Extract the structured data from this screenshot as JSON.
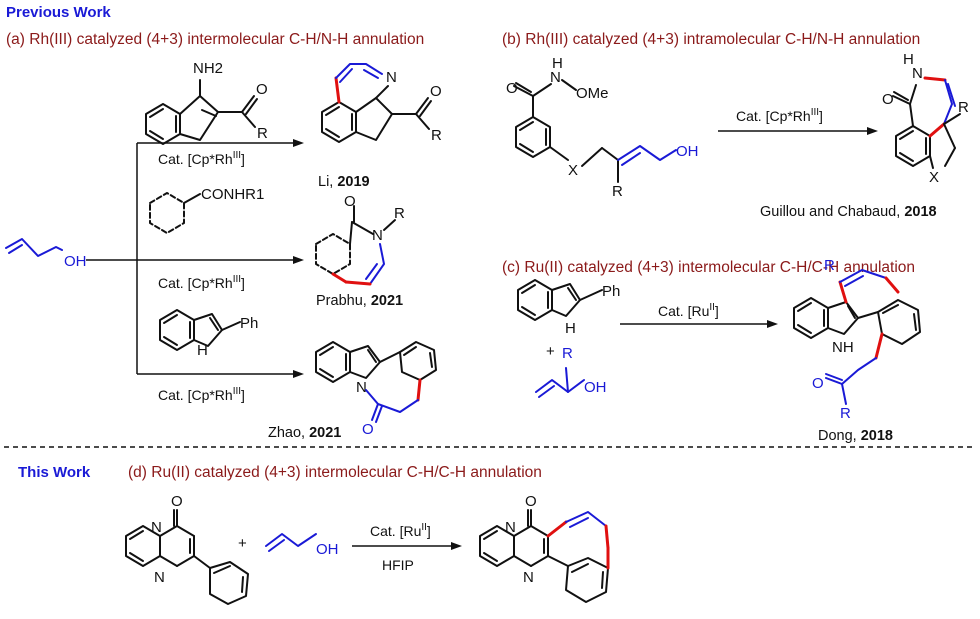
{
  "headings": {
    "previous": "Previous Work",
    "this_work": "This Work"
  },
  "sections": {
    "a": "(a) Rh(III) catalyzed (4+3) intermolecular C-H/N-H annulation",
    "b": "(b) Rh(III) catalyzed (4+3) intramolecular C-H/N-H annulation",
    "c": "(c) Ru(II) catalyzed (4+3) intermolecular C-H/C-H annulation",
    "d": "(d) Ru(II) catalyzed (4+3) intermolecular C-H/C-H annulation"
  },
  "catalyst": {
    "rh_pre": "Cat. [Cp*Rh",
    "rh_sup": "III",
    "rh_post": "]",
    "ru_pre": "Cat. [Ru",
    "ru_sup": "II",
    "ru_post": "]",
    "solvent": "HFIP"
  },
  "citations": {
    "li": {
      "author": "Li, ",
      "year": "2019"
    },
    "prabhu": {
      "author": "Prabhu, ",
      "year": "2021"
    },
    "zhao": {
      "author": "Zhao, ",
      "year": "2021"
    },
    "guillou": {
      "author": "Guillou and Chabaud, ",
      "year": "2018"
    },
    "dong": {
      "author": "Dong, ",
      "year": "2018"
    }
  },
  "atoms": {
    "OH": "OH",
    "NH2_n": "NH2",
    "O": "O",
    "N": "N",
    "H": "H",
    "NH": "NH",
    "R": "R",
    "X": "X",
    "Ph": "Ph",
    "OMe": "OMe",
    "CONHR1": "CONHR1"
  },
  "signs": {
    "plus": "+"
  },
  "colors": {
    "heading": "#1a1ad6",
    "section_title": "#8b1a1a",
    "new_bond": "#e01010",
    "allyl_fragment": "#1a1ad6"
  }
}
